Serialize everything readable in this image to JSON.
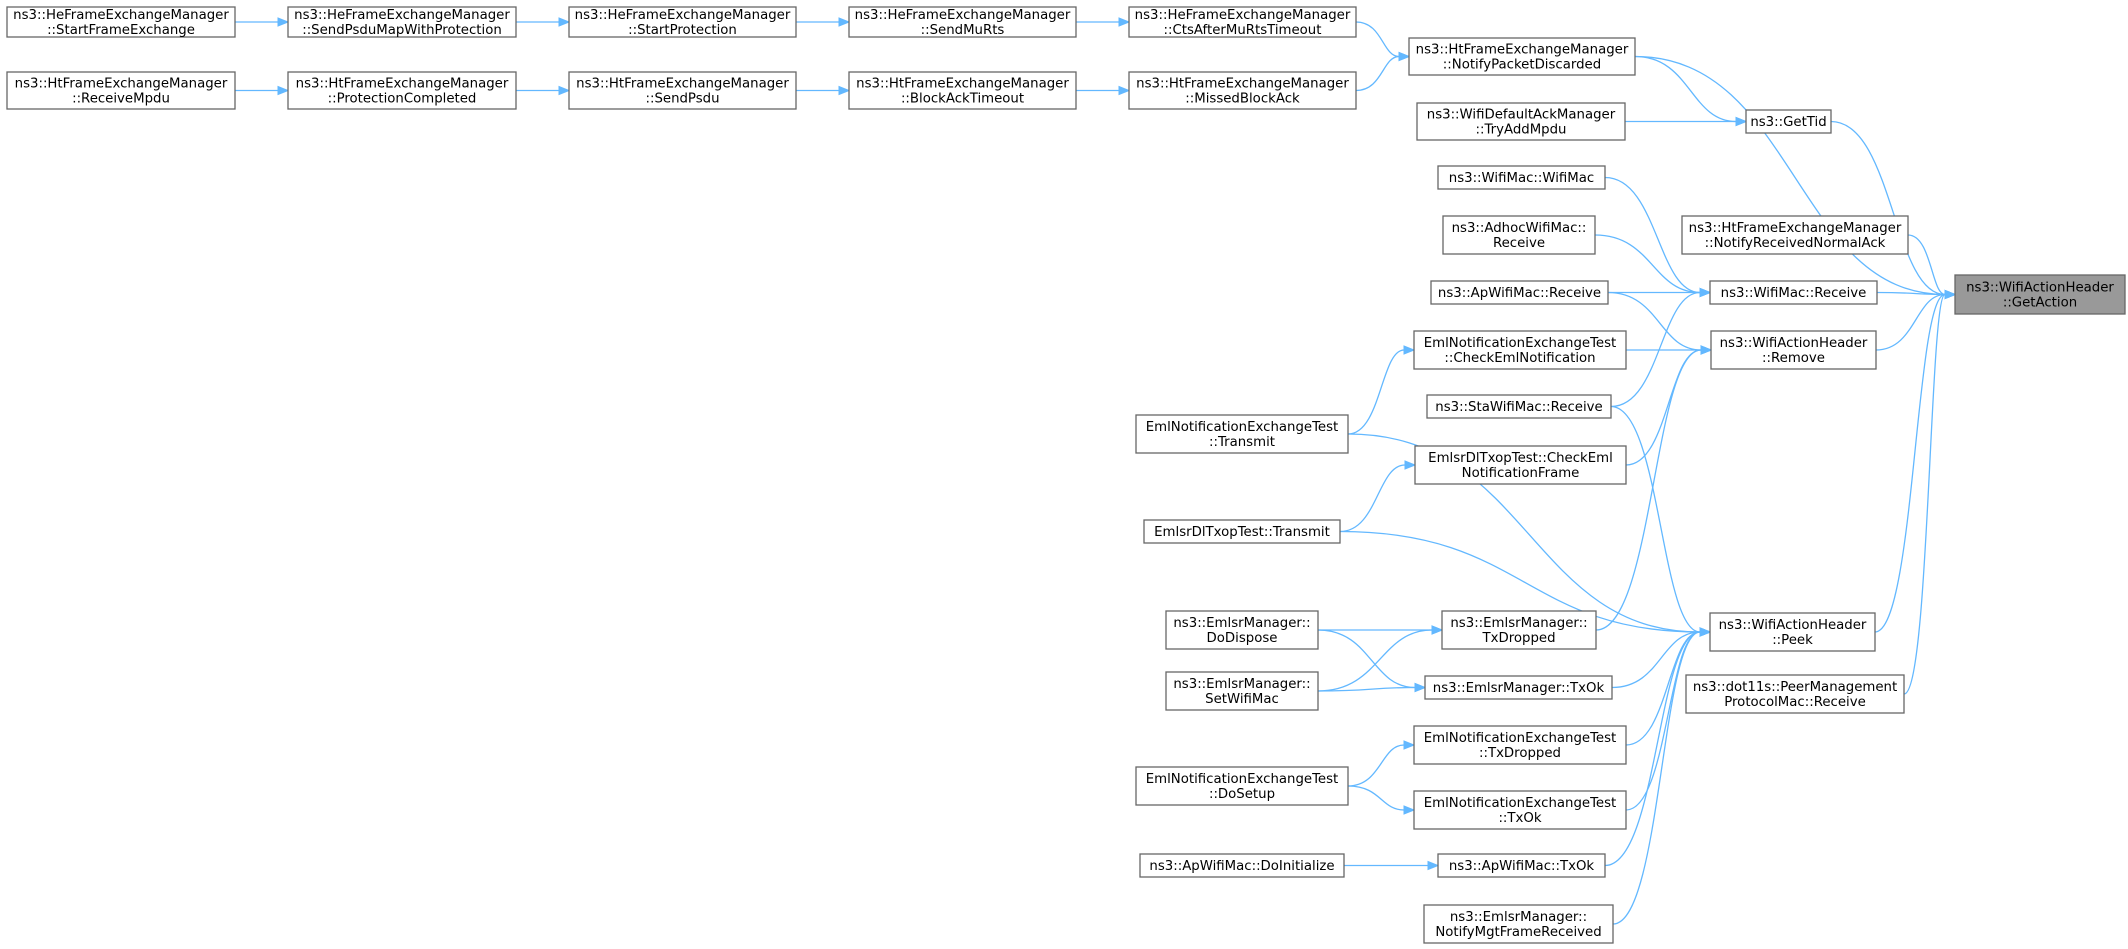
{
  "graph": {
    "title": "",
    "root": "get_action",
    "nodes": [
      {
        "id": "get_action",
        "lines": [
          "ns3::WifiActionHeader",
          "::GetAction"
        ],
        "root": true
      },
      {
        "id": "he_start_frame_exchange",
        "lines": [
          "ns3::HeFrameExchangeManager",
          "::StartFrameExchange"
        ]
      },
      {
        "id": "he_send_psdu_map",
        "lines": [
          "ns3::HeFrameExchangeManager",
          "::SendPsduMapWithProtection"
        ]
      },
      {
        "id": "he_start_protection",
        "lines": [
          "ns3::HeFrameExchangeManager",
          "::StartProtection"
        ]
      },
      {
        "id": "he_send_mu_rts",
        "lines": [
          "ns3::HeFrameExchangeManager",
          "::SendMuRts"
        ]
      },
      {
        "id": "he_cts_after_mu_rts",
        "lines": [
          "ns3::HeFrameExchangeManager",
          "::CtsAfterMuRtsTimeout"
        ]
      },
      {
        "id": "ht_notify_packet_discarded",
        "lines": [
          "ns3::HtFrameExchangeManager",
          "::NotifyPacketDiscarded"
        ]
      },
      {
        "id": "ht_receive_mpdu",
        "lines": [
          "ns3::HtFrameExchangeManager",
          "::ReceiveMpdu"
        ]
      },
      {
        "id": "ht_protection_completed",
        "lines": [
          "ns3::HtFrameExchangeManager",
          "::ProtectionCompleted"
        ]
      },
      {
        "id": "ht_send_psdu",
        "lines": [
          "ns3::HtFrameExchangeManager",
          "::SendPsdu"
        ]
      },
      {
        "id": "ht_block_ack_timeout",
        "lines": [
          "ns3::HtFrameExchangeManager",
          "::BlockAckTimeout"
        ]
      },
      {
        "id": "ht_missed_block_ack",
        "lines": [
          "ns3::HtFrameExchangeManager",
          "::MissedBlockAck"
        ]
      },
      {
        "id": "default_ack_try_add_mpdu",
        "lines": [
          "ns3::WifiDefaultAckManager",
          "::TryAddMpdu"
        ]
      },
      {
        "id": "get_tid",
        "lines": [
          "ns3::GetTid"
        ]
      },
      {
        "id": "wifimac_wifimac",
        "lines": [
          "ns3::WifiMac::WifiMac"
        ]
      },
      {
        "id": "ht_notify_received_normal_ack",
        "lines": [
          "ns3::HtFrameExchangeManager",
          "::NotifyReceivedNormalAck"
        ]
      },
      {
        "id": "adhoc_receive",
        "lines": [
          "ns3::AdhocWifiMac::",
          "Receive"
        ]
      },
      {
        "id": "ap_receive",
        "lines": [
          "ns3::ApWifiMac::Receive"
        ]
      },
      {
        "id": "wifimac_receive",
        "lines": [
          "ns3::WifiMac::Receive"
        ]
      },
      {
        "id": "eml_check_notification",
        "lines": [
          "EmlNotificationExchangeTest",
          "::CheckEmlNotification"
        ]
      },
      {
        "id": "action_remove",
        "lines": [
          "ns3::WifiActionHeader",
          "::Remove"
        ]
      },
      {
        "id": "sta_receive",
        "lines": [
          "ns3::StaWifiMac::Receive"
        ]
      },
      {
        "id": "eml_transmit",
        "lines": [
          "EmlNotificationExchangeTest",
          "::Transmit"
        ]
      },
      {
        "id": "emlsr_check_eml_notification_frame",
        "lines": [
          "EmlsrDlTxopTest::CheckEml",
          "NotificationFrame"
        ]
      },
      {
        "id": "emlsr_dl_transmit",
        "lines": [
          "EmlsrDlTxopTest::Transmit"
        ]
      },
      {
        "id": "emlsr_do_dispose",
        "lines": [
          "ns3::EmlsrManager::",
          "DoDispose"
        ]
      },
      {
        "id": "emlsr_tx_dropped",
        "lines": [
          "ns3::EmlsrManager::",
          "TxDropped"
        ]
      },
      {
        "id": "action_peek",
        "lines": [
          "ns3::WifiActionHeader",
          "::Peek"
        ]
      },
      {
        "id": "emlsr_set_wifi_mac",
        "lines": [
          "ns3::EmlsrManager::",
          "SetWifiMac"
        ]
      },
      {
        "id": "emlsr_tx_ok",
        "lines": [
          "ns3::EmlsrManager::TxOk"
        ]
      },
      {
        "id": "dot11s_receive",
        "lines": [
          "ns3::dot11s::PeerManagement",
          "ProtocolMac::Receive"
        ]
      },
      {
        "id": "eml_tx_dropped",
        "lines": [
          "EmlNotificationExchangeTest",
          "::TxDropped"
        ]
      },
      {
        "id": "eml_do_setup",
        "lines": [
          "EmlNotificationExchangeTest",
          "::DoSetup"
        ]
      },
      {
        "id": "eml_tx_ok",
        "lines": [
          "EmlNotificationExchangeTest",
          "::TxOk"
        ]
      },
      {
        "id": "ap_do_initialize",
        "lines": [
          "ns3::ApWifiMac::DoInitialize"
        ]
      },
      {
        "id": "ap_tx_ok",
        "lines": [
          "ns3::ApWifiMac::TxOk"
        ]
      },
      {
        "id": "emlsr_notify_mgt_frame_received",
        "lines": [
          "ns3::EmlsrManager::",
          "NotifyMgtFrameReceived"
        ]
      }
    ],
    "edges": [
      {
        "from": "he_start_frame_exchange",
        "to": "he_send_psdu_map"
      },
      {
        "from": "he_send_psdu_map",
        "to": "he_start_protection"
      },
      {
        "from": "he_start_protection",
        "to": "he_send_mu_rts"
      },
      {
        "from": "he_send_mu_rts",
        "to": "he_cts_after_mu_rts"
      },
      {
        "from": "he_cts_after_mu_rts",
        "to": "ht_notify_packet_discarded"
      },
      {
        "from": "ht_receive_mpdu",
        "to": "ht_protection_completed"
      },
      {
        "from": "ht_protection_completed",
        "to": "ht_send_psdu"
      },
      {
        "from": "ht_send_psdu",
        "to": "ht_block_ack_timeout"
      },
      {
        "from": "ht_block_ack_timeout",
        "to": "ht_missed_block_ack"
      },
      {
        "from": "ht_missed_block_ack",
        "to": "ht_notify_packet_discarded"
      },
      {
        "from": "ht_notify_packet_discarded",
        "to": "get_action"
      },
      {
        "from": "ht_notify_packet_discarded",
        "to": "get_tid"
      },
      {
        "from": "default_ack_try_add_mpdu",
        "to": "get_tid"
      },
      {
        "from": "get_tid",
        "to": "get_action"
      },
      {
        "from": "ht_notify_received_normal_ack",
        "to": "get_action"
      },
      {
        "from": "wifimac_receive",
        "to": "get_action"
      },
      {
        "from": "action_remove",
        "to": "get_action"
      },
      {
        "from": "action_peek",
        "to": "get_action"
      },
      {
        "from": "dot11s_receive",
        "to": "get_action"
      },
      {
        "from": "wifimac_wifimac",
        "to": "wifimac_receive"
      },
      {
        "from": "adhoc_receive",
        "to": "wifimac_receive"
      },
      {
        "from": "ap_receive",
        "to": "wifimac_receive"
      },
      {
        "from": "sta_receive",
        "to": "wifimac_receive"
      },
      {
        "from": "ap_receive",
        "to": "action_remove"
      },
      {
        "from": "eml_check_notification",
        "to": "action_remove"
      },
      {
        "from": "emlsr_check_eml_notification_frame",
        "to": "action_remove"
      },
      {
        "from": "emlsr_tx_dropped",
        "to": "action_remove"
      },
      {
        "from": "eml_transmit",
        "to": "eml_check_notification"
      },
      {
        "from": "emlsr_dl_transmit",
        "to": "emlsr_check_eml_notification_frame"
      },
      {
        "from": "sta_receive",
        "to": "action_peek"
      },
      {
        "from": "eml_transmit",
        "to": "action_peek"
      },
      {
        "from": "emlsr_dl_transmit",
        "to": "action_peek"
      },
      {
        "from": "emlsr_tx_ok",
        "to": "action_peek"
      },
      {
        "from": "eml_tx_dropped",
        "to": "action_peek"
      },
      {
        "from": "eml_tx_ok",
        "to": "action_peek"
      },
      {
        "from": "ap_tx_ok",
        "to": "action_peek"
      },
      {
        "from": "emlsr_notify_mgt_frame_received",
        "to": "action_peek"
      },
      {
        "from": "emlsr_do_dispose",
        "to": "emlsr_tx_dropped"
      },
      {
        "from": "emlsr_set_wifi_mac",
        "to": "emlsr_tx_dropped"
      },
      {
        "from": "emlsr_do_dispose",
        "to": "emlsr_tx_ok"
      },
      {
        "from": "emlsr_set_wifi_mac",
        "to": "emlsr_tx_ok"
      },
      {
        "from": "eml_do_setup",
        "to": "eml_tx_dropped"
      },
      {
        "from": "eml_do_setup",
        "to": "eml_tx_ok"
      },
      {
        "from": "ap_do_initialize",
        "to": "ap_tx_ok"
      }
    ]
  },
  "colors": {
    "edge": "#63b8ff",
    "node_border": "#666666",
    "node_fill": "#ffffff",
    "root_fill": "#999999",
    "text": "#000000"
  }
}
